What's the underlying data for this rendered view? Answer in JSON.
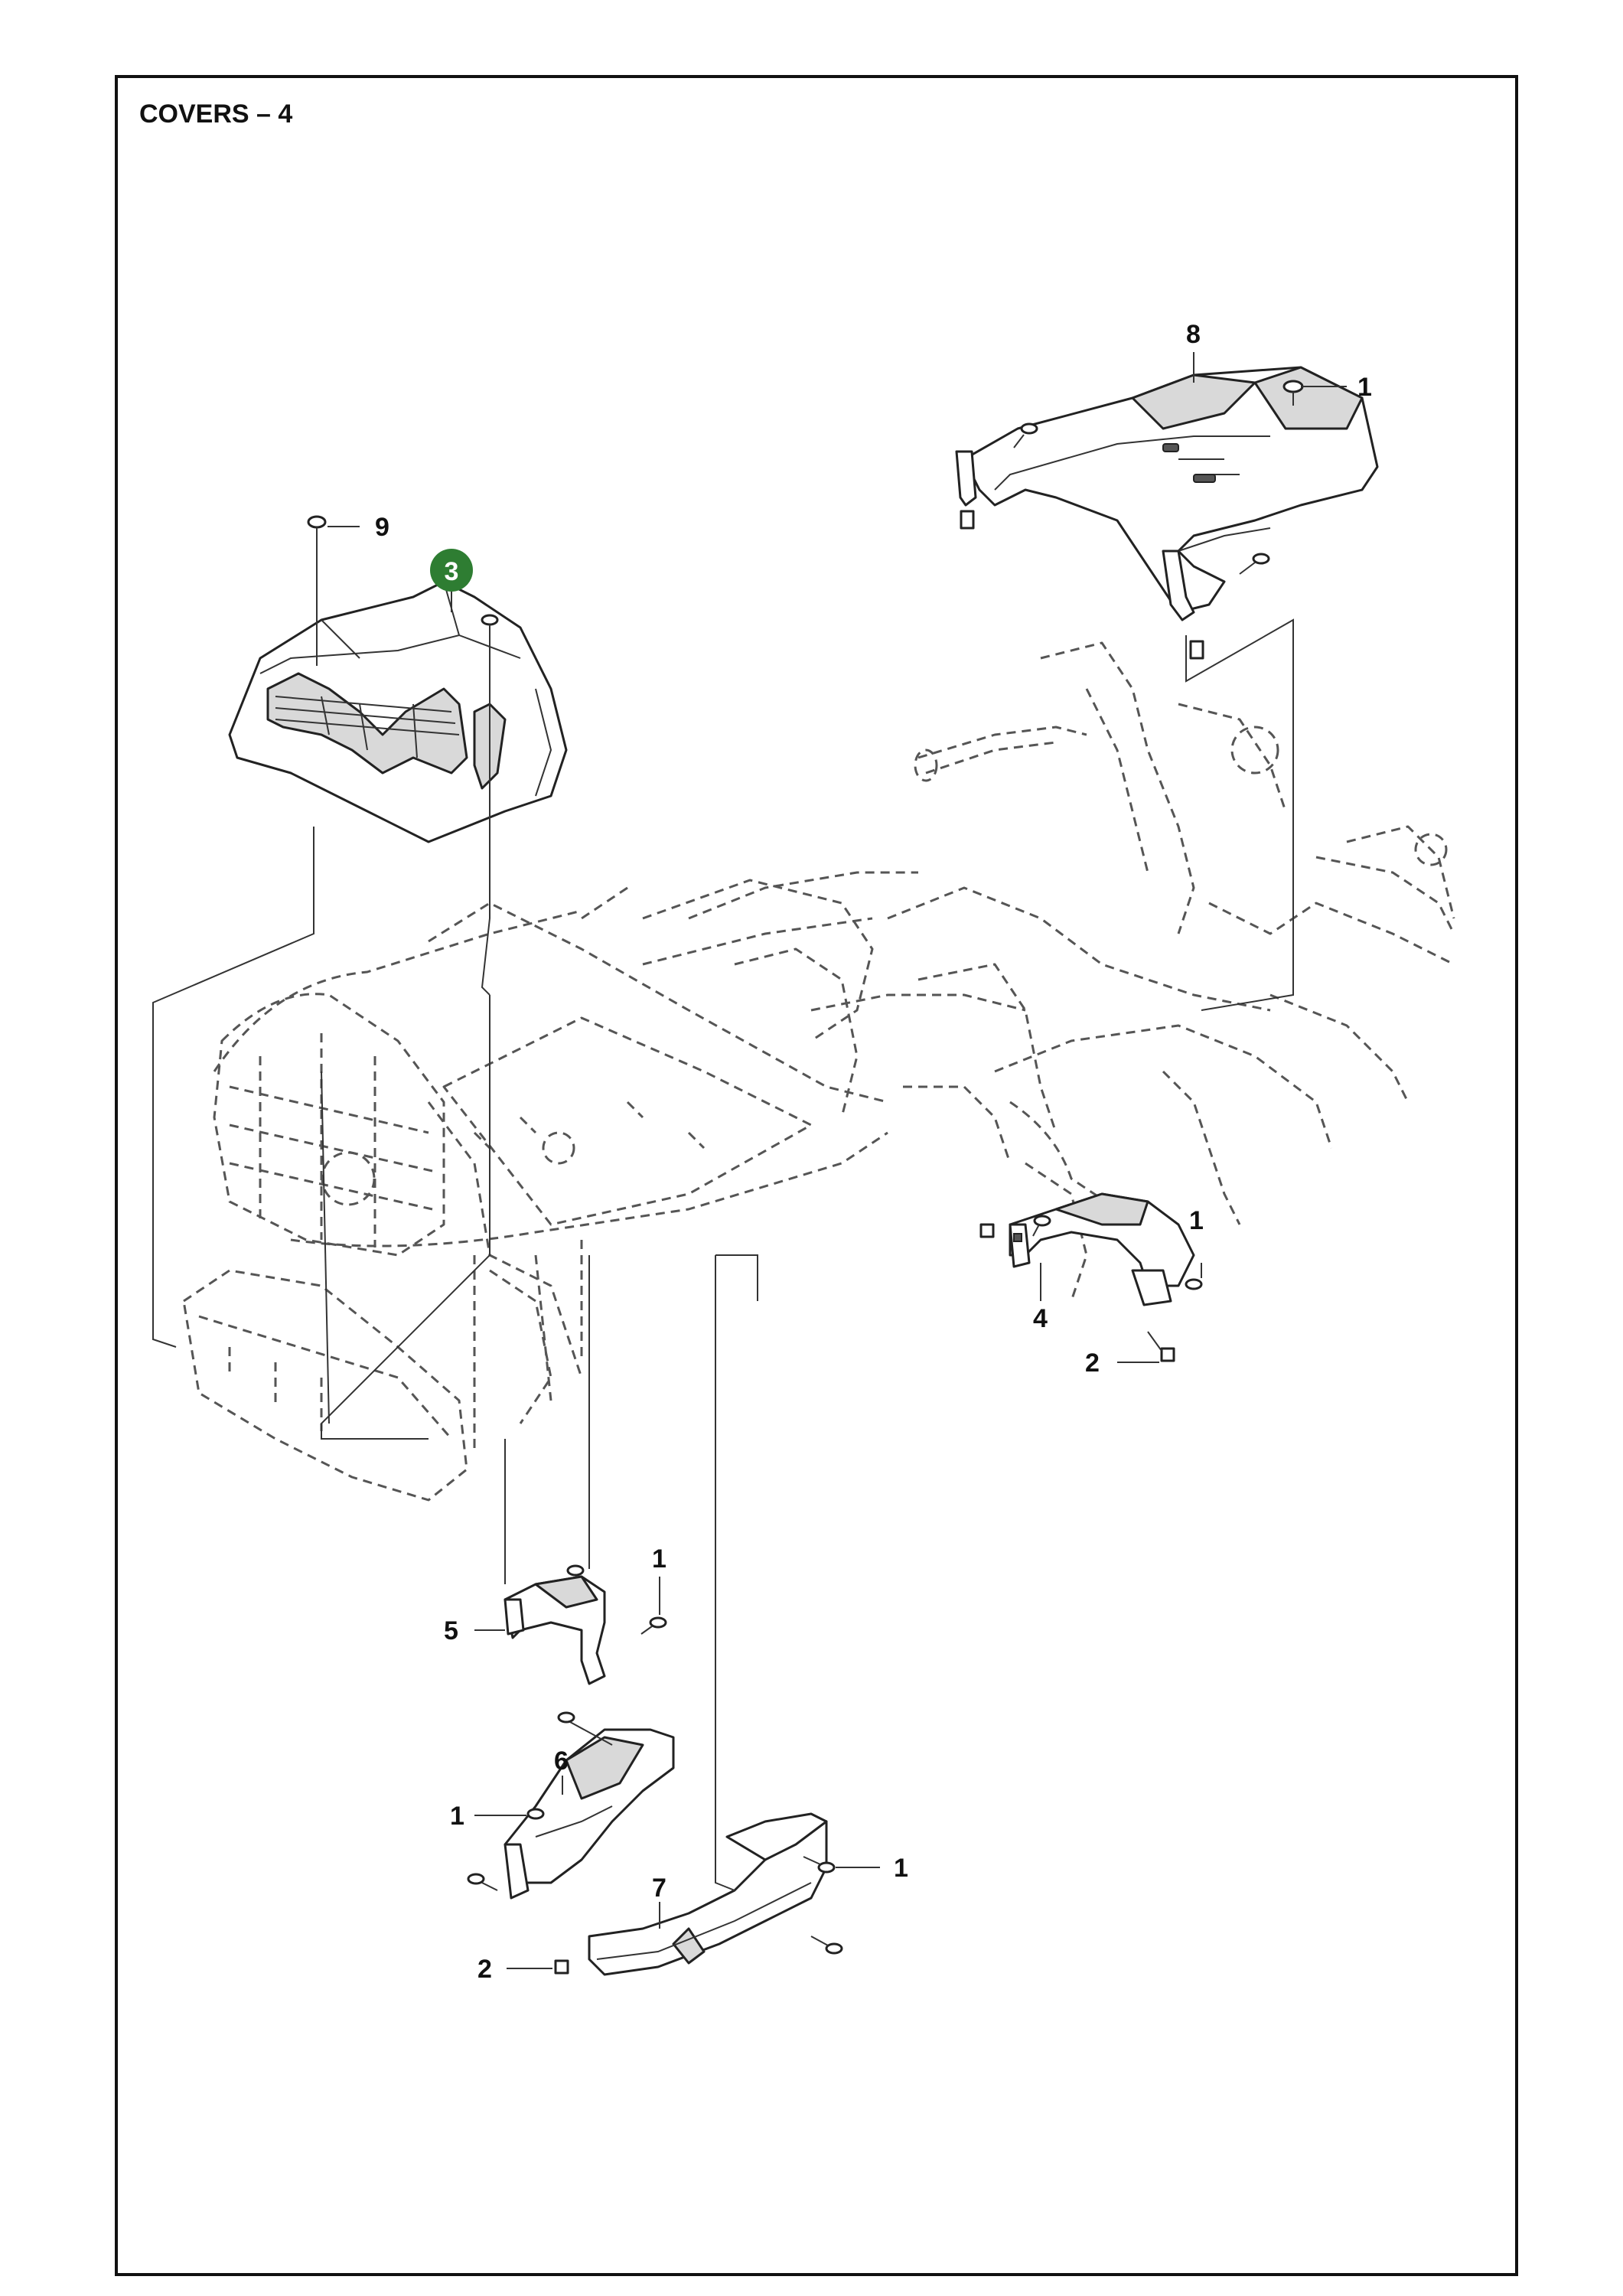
{
  "title": "COVERS – 4",
  "highlight_color": "#2e7d32",
  "callouts": {
    "c8": "8",
    "c1_top": "1",
    "c9": "9",
    "c3": "3",
    "c1_right": "1",
    "c4": "4",
    "c2_right": "2",
    "c1_mid": "1",
    "c5": "5",
    "c6": "6",
    "c1_left": "1",
    "c1_lower": "1",
    "c7": "7",
    "c2_left": "2"
  }
}
